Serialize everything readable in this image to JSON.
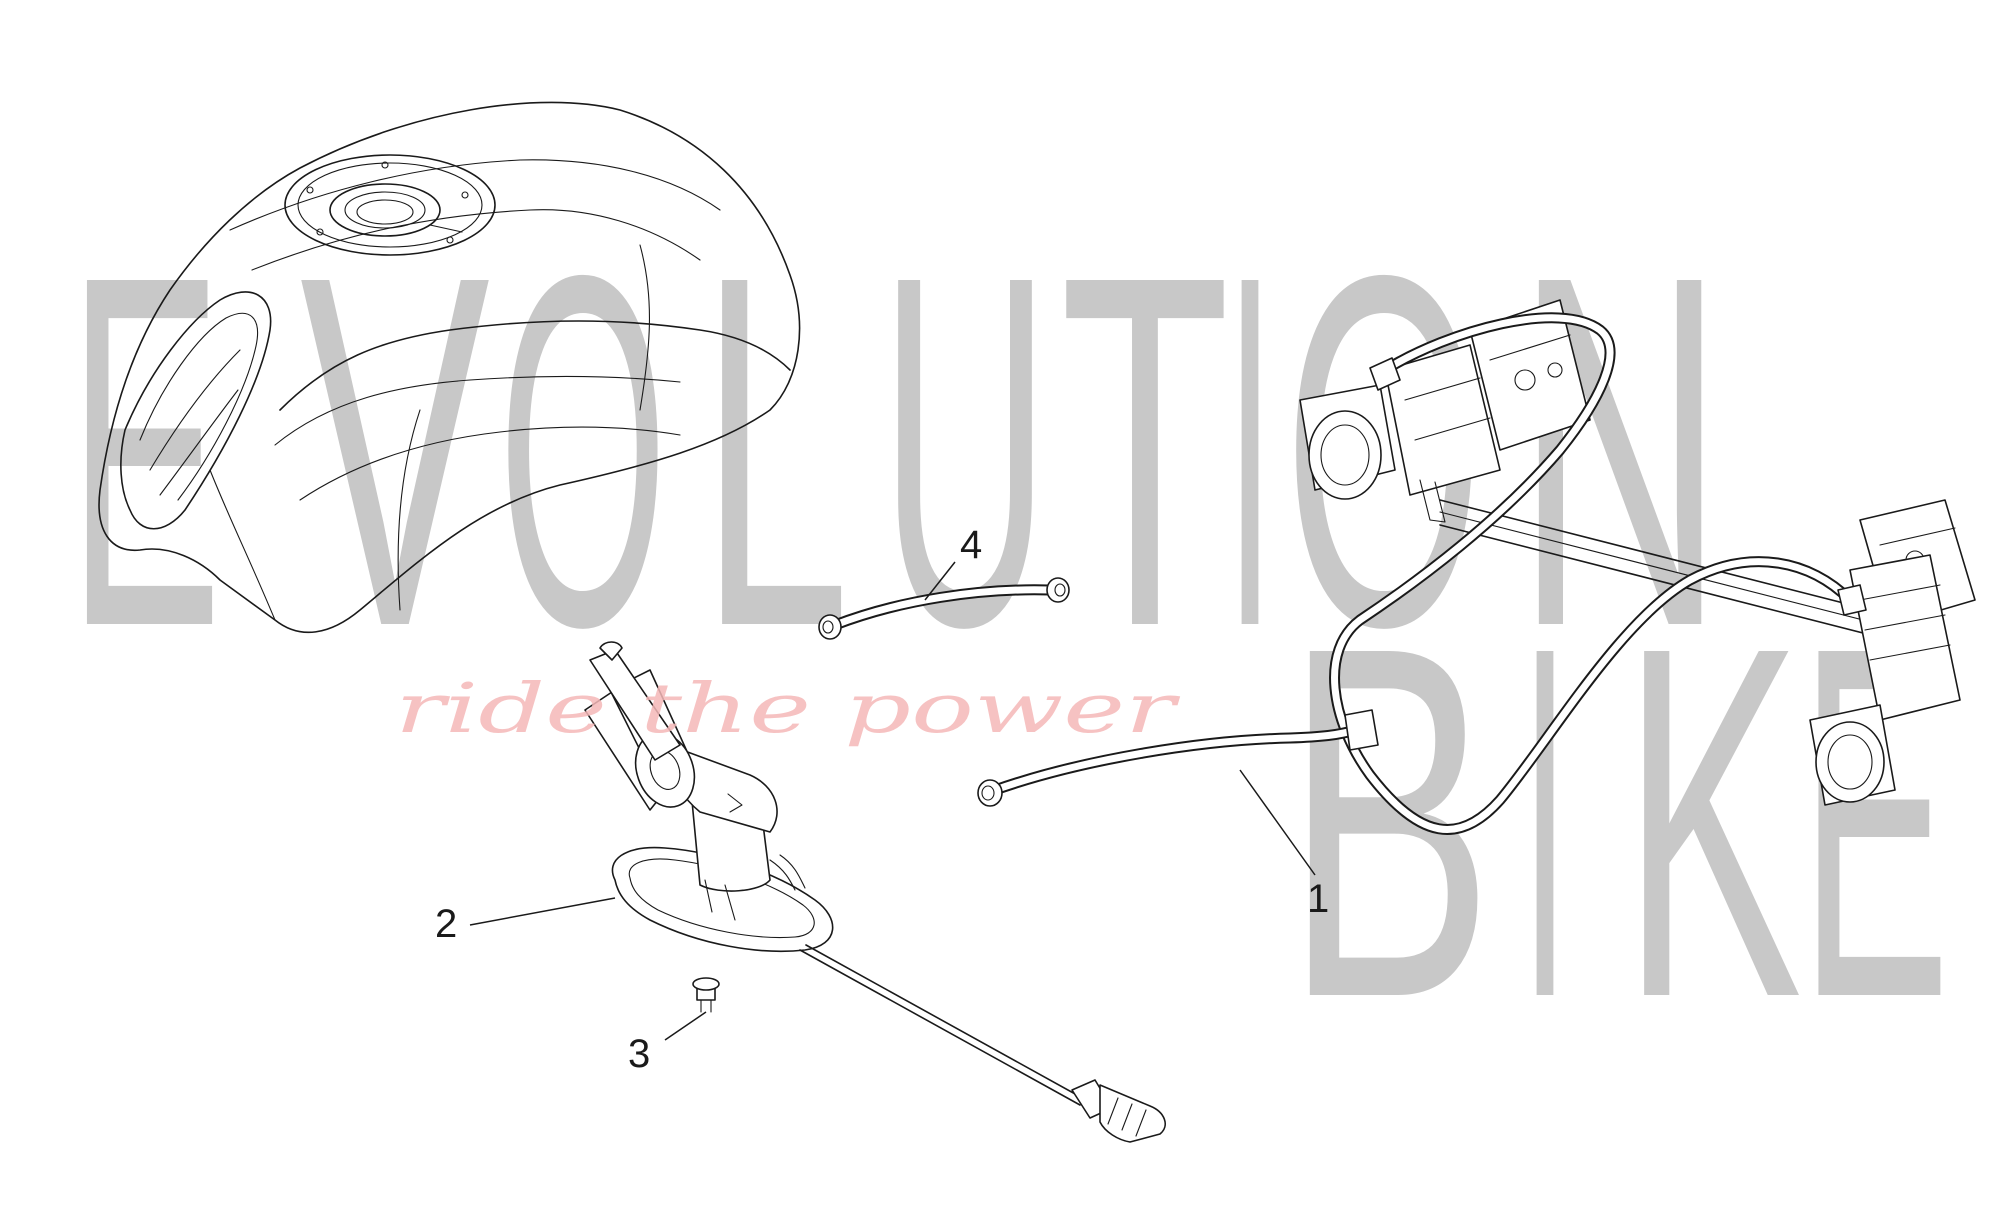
{
  "watermark": {
    "letters": [
      "E",
      "V",
      "O",
      "L",
      "U",
      "T",
      "I",
      "O",
      "N",
      "B",
      "I",
      "K",
      "E"
    ],
    "tagline": "ride the power"
  },
  "callouts": [
    {
      "label": "1"
    },
    {
      "label": "2"
    },
    {
      "label": "3"
    },
    {
      "label": "4"
    }
  ],
  "colors": {
    "watermark_gray": "#c8c8c8",
    "tagline_pink": "#f5b8b8",
    "line": "#1a1a1a"
  }
}
